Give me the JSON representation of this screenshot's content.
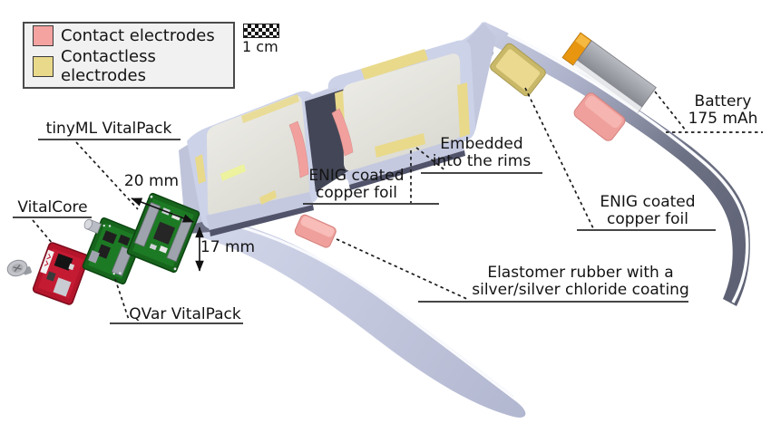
{
  "figure": {
    "title": "Exploded annotated view of sensing glasses",
    "legend": {
      "items": [
        {
          "label": "Contact electrodes",
          "color": "#f5a3a1"
        },
        {
          "label": "Contactless electrodes",
          "color": "#e9d98b"
        }
      ]
    },
    "scale_bar": {
      "label": "1 cm"
    },
    "labels": {
      "tinyml": "tinyML VitalPack",
      "vitalcore": "VitalCore",
      "qvar": "QVar VitalPack",
      "enig_left_line1": "ENIG coated",
      "enig_left_line2": "copper foil",
      "embedded_line1": "Embedded",
      "embedded_line2": "into the rims",
      "enig_right_line1": "ENIG coated",
      "enig_right_line2": "copper foil",
      "elastomer_line1": "Elastomer rubber with a",
      "elastomer_line2": "silver/silver chloride coating",
      "battery_line1": "Battery",
      "battery_line2": "175 mAh"
    },
    "dimensions": {
      "width": "20 mm",
      "height": "17 mm"
    },
    "colors": {
      "contact_electrode": "#f5a3a1",
      "contactless_electrode": "#e9d98b",
      "frame": "#ccd2e8",
      "pcb_green": "#1d7a24",
      "pcb_red": "#c41b33",
      "battery_body": "#9598a0",
      "battery_terminal": "#e8960f"
    }
  }
}
